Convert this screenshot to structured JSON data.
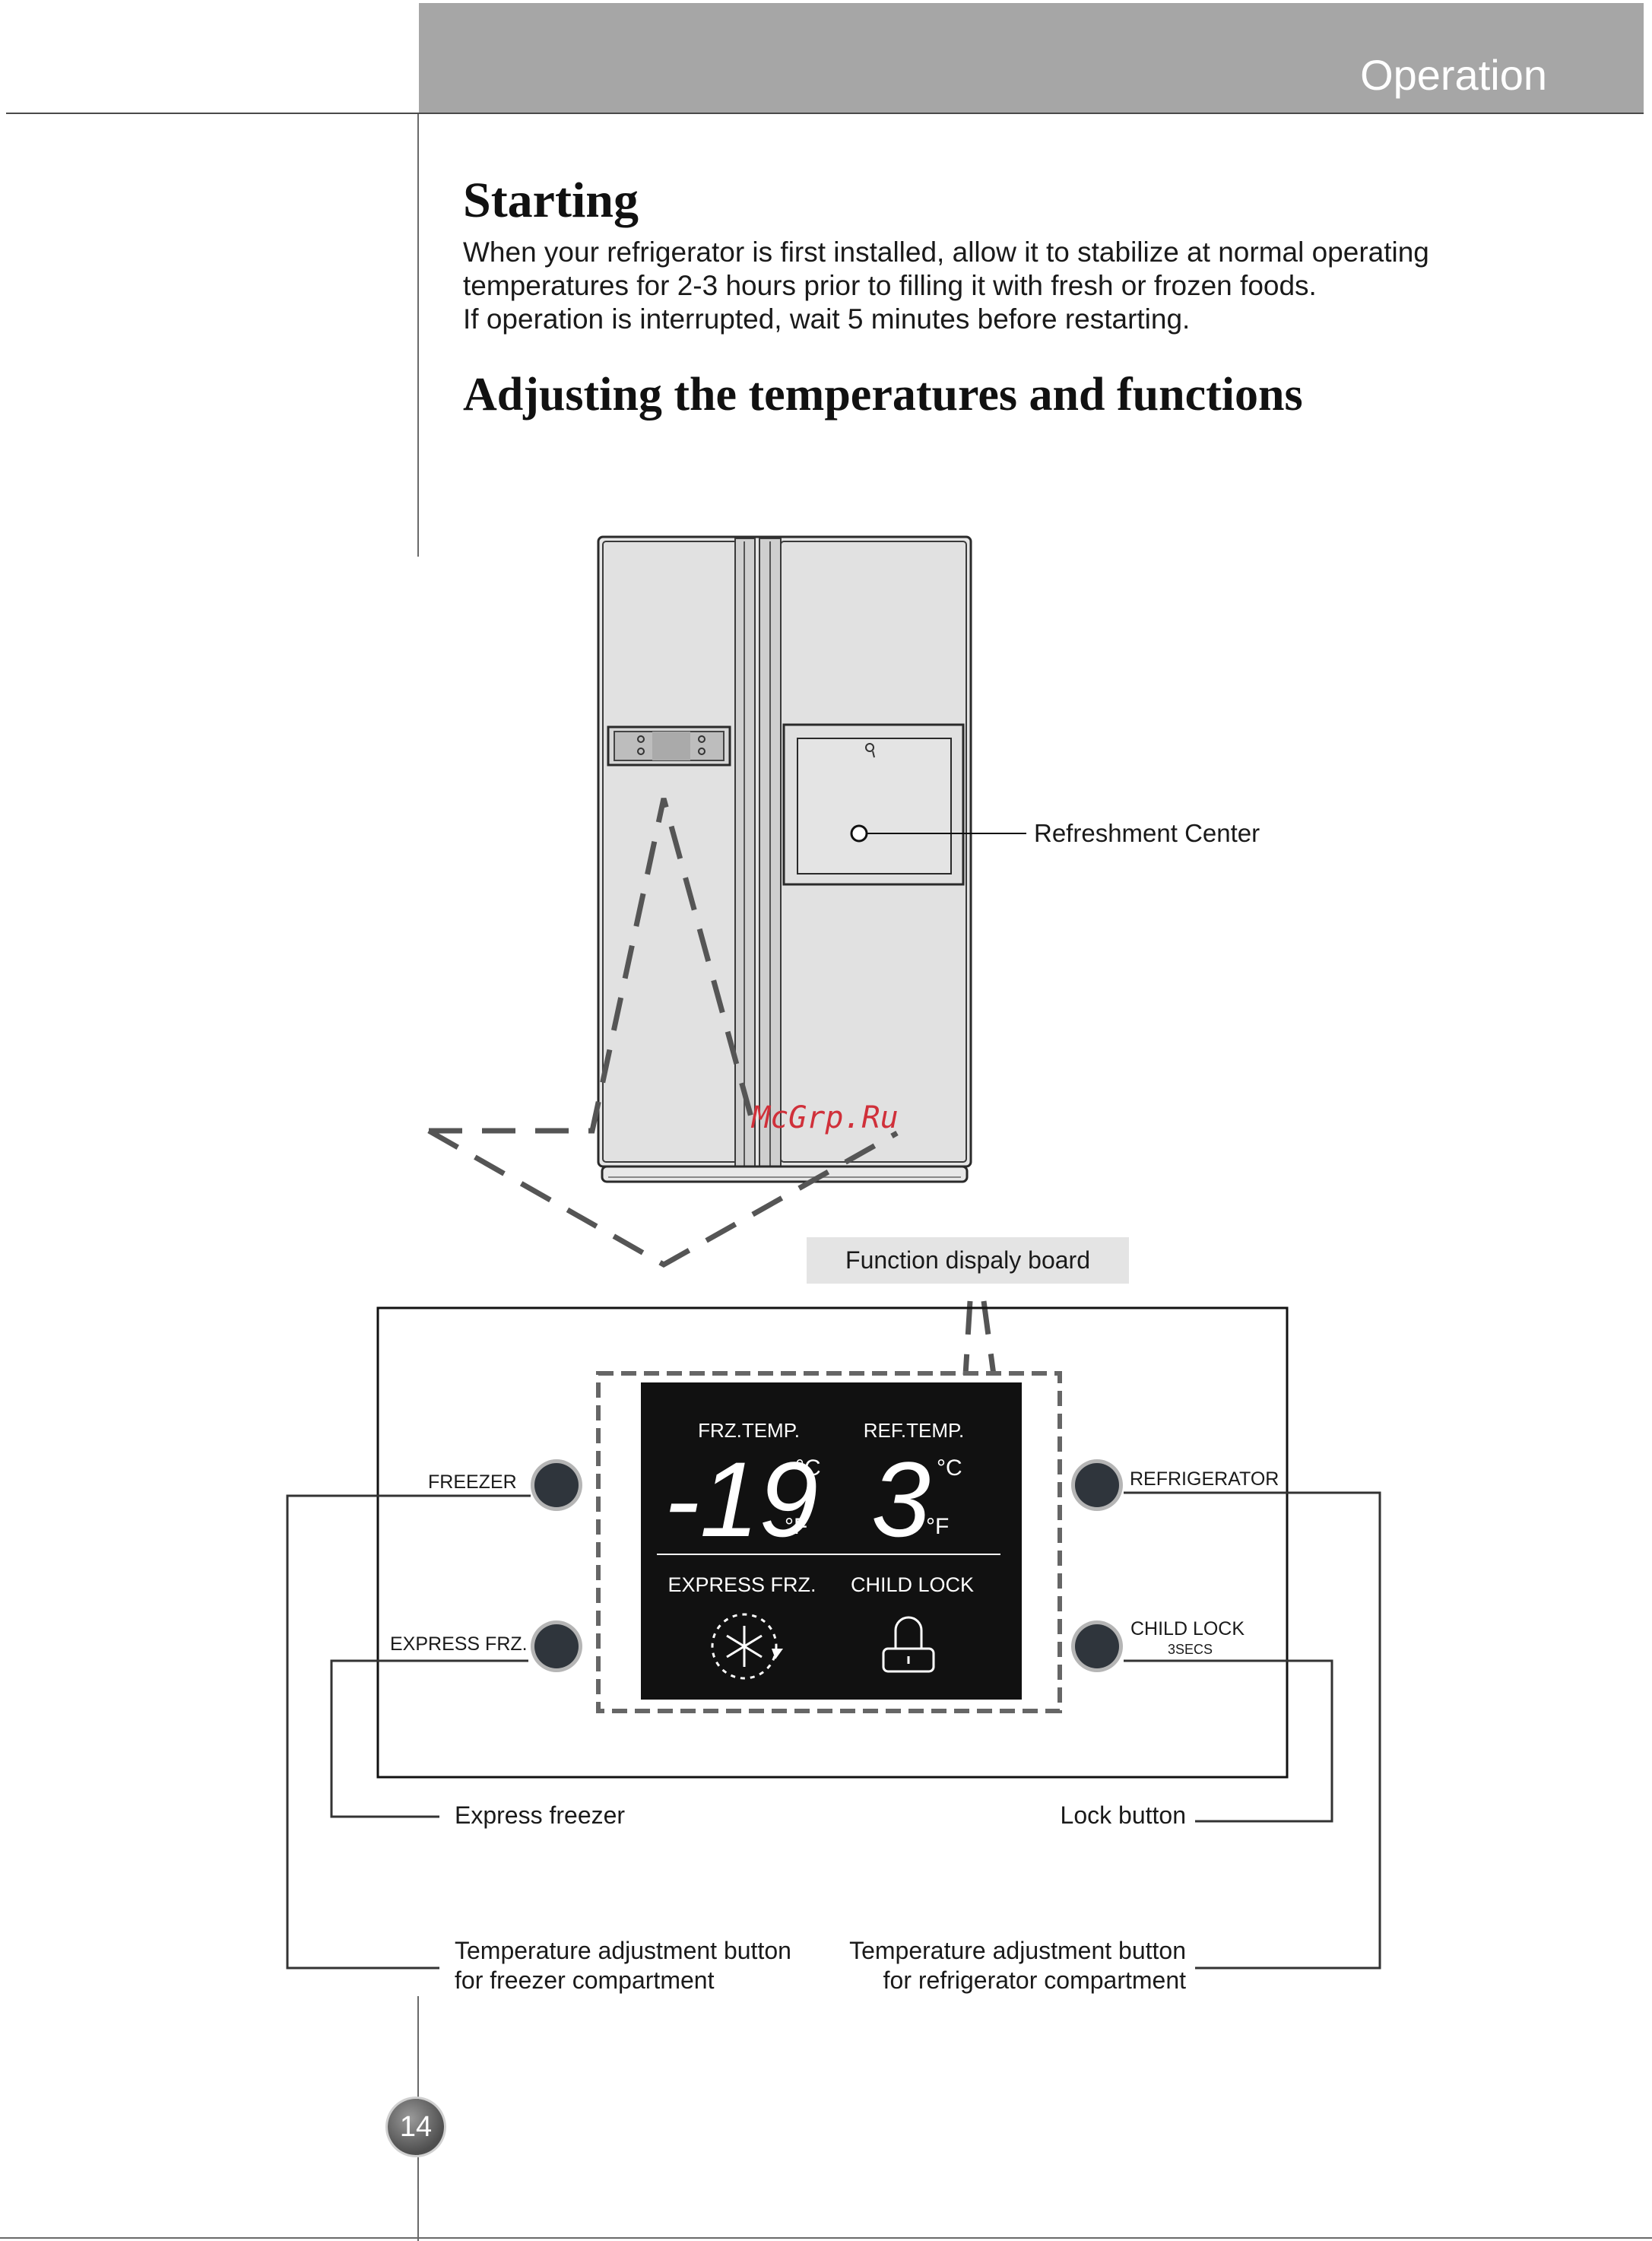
{
  "header": {
    "section_title": "Operation"
  },
  "starting": {
    "heading": "Starting",
    "lines": [
      "When your refrigerator is first installed, allow it to stabilize at normal operating",
      "temperatures for 2-3 hours prior to filling it with fresh or frozen foods.",
      "If operation is interrupted, wait 5 minutes before restarting."
    ]
  },
  "adjusting": {
    "heading": "Adjusting the temperatures and functions"
  },
  "diagram": {
    "refreshment_center_label": "Refreshment Center",
    "function_board_label": "Function dispaly board",
    "watermark": "McGrp.Ru",
    "display": {
      "frz_temp_label": "FRZ.TEMP.",
      "ref_temp_label": "REF.TEMP.",
      "frz_value": "-19",
      "ref_value": "3",
      "unit_c": "°C",
      "unit_f": "°F",
      "express_frz_label": "EXPRESS FRZ.",
      "child_lock_label": "CHILD LOCK"
    },
    "buttons": {
      "freezer": "FREEZER",
      "express_frz": "EXPRESS FRZ.",
      "refrigerator": "REFRIGERATOR",
      "child_lock": "CHILD LOCK",
      "child_lock_sub": "3SECS"
    },
    "callouts": {
      "express_freezer": "Express freezer",
      "lock_button": "Lock button",
      "temp_freezer_line1": "Temperature adjustment button",
      "temp_freezer_line2": "for freezer compartment",
      "temp_ref_line1": "Temperature adjustment button",
      "temp_ref_line2": "for refrigerator compartment"
    }
  },
  "footer": {
    "page_number": "14"
  }
}
